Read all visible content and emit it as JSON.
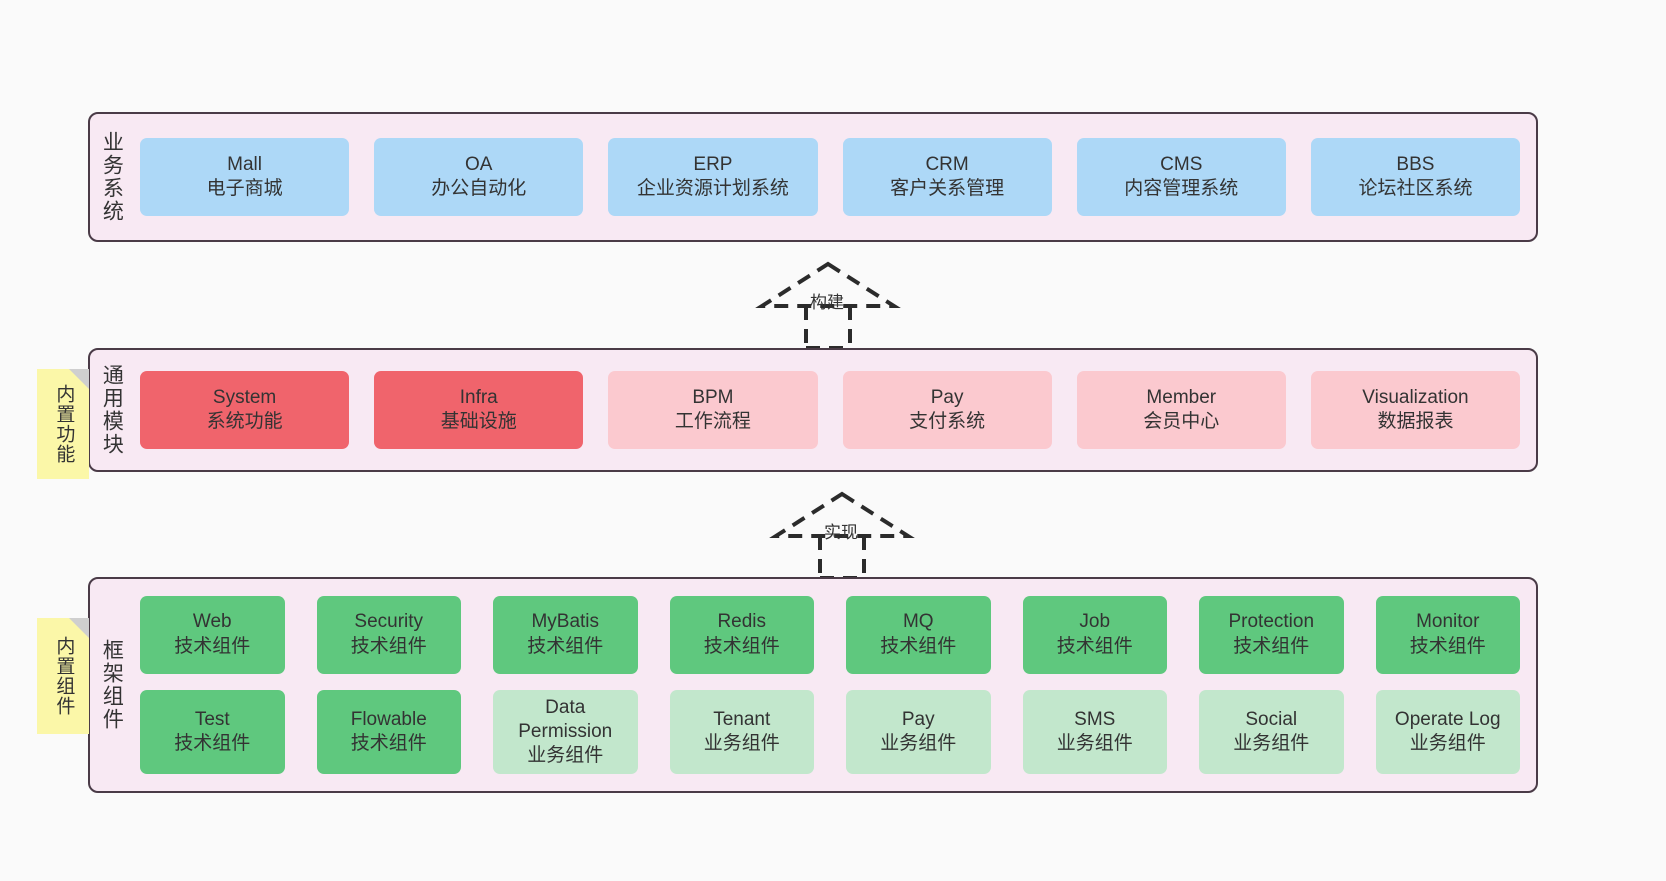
{
  "diagram": {
    "title": "",
    "background_color": "#fafafa",
    "container_color": "#f8e9f3",
    "container_border_color": "#4a3b47",
    "palette": {
      "blue": "#add8f7",
      "red": "#f0646c",
      "pink": "#fbc9cf",
      "green": "#5fc87e",
      "light_green": "#c2e7cc",
      "note_yellow": "#fbf7a8",
      "fold_gray": "#cfcfcf"
    }
  },
  "layers": [
    {
      "key": "business",
      "label": "业务系统",
      "rows": [
        [
          {
            "t1": "Mall",
            "t2": "电子商城",
            "color": "blue"
          },
          {
            "t1": "OA",
            "t2": "办公自动化",
            "color": "blue"
          },
          {
            "t1": "ERP",
            "t2": "企业资源计划系统",
            "color": "blue"
          },
          {
            "t1": "CRM",
            "t2": "客户关系管理",
            "color": "blue"
          },
          {
            "t1": "CMS",
            "t2": "内容管理系统",
            "color": "blue"
          },
          {
            "t1": "BBS",
            "t2": "论坛社区系统",
            "color": "blue"
          }
        ]
      ]
    },
    {
      "key": "common",
      "label": "通用模块",
      "note": "内置功能",
      "rows": [
        [
          {
            "t1": "System",
            "t2": "系统功能",
            "color": "red"
          },
          {
            "t1": "Infra",
            "t2": "基础设施",
            "color": "red"
          },
          {
            "t1": "BPM",
            "t2": "工作流程",
            "color": "pink"
          },
          {
            "t1": "Pay",
            "t2": "支付系统",
            "color": "pink"
          },
          {
            "t1": "Member",
            "t2": "会员中心",
            "color": "pink"
          },
          {
            "t1": "Visualization",
            "t2": "数据报表",
            "color": "pink"
          }
        ]
      ]
    },
    {
      "key": "framework",
      "label": "框架组件",
      "note": "内置组件",
      "rows": [
        [
          {
            "t1": "Web",
            "t2": "技术组件",
            "color": "green"
          },
          {
            "t1": "Security",
            "t2": "技术组件",
            "color": "green"
          },
          {
            "t1": "MyBatis",
            "t2": "技术组件",
            "color": "green"
          },
          {
            "t1": "Redis",
            "t2": "技术组件",
            "color": "green"
          },
          {
            "t1": "MQ",
            "t2": "技术组件",
            "color": "green"
          },
          {
            "t1": "Job",
            "t2": "技术组件",
            "color": "green"
          },
          {
            "t1": "Protection",
            "t2": "技术组件",
            "color": "green"
          },
          {
            "t1": "Monitor",
            "t2": "技术组件",
            "color": "green"
          }
        ],
        [
          {
            "t1": "Test",
            "t2": "技术组件",
            "color": "green"
          },
          {
            "t1": "Flowable",
            "t2": "技术组件",
            "color": "green"
          },
          {
            "t1": "Data",
            "t2": "Permission",
            "t3": "业务组件",
            "color": "light_green"
          },
          {
            "t1": "Tenant",
            "t2": "业务组件",
            "color": "light_green"
          },
          {
            "t1": "Pay",
            "t2": "业务组件",
            "color": "light_green"
          },
          {
            "t1": "SMS",
            "t2": "业务组件",
            "color": "light_green"
          },
          {
            "t1": "Social",
            "t2": "业务组件",
            "color": "light_green"
          },
          {
            "t1": "Operate Log",
            "t2": "业务组件",
            "color": "light_green"
          }
        ]
      ]
    }
  ],
  "connectors": [
    {
      "key": "build",
      "label": "构建"
    },
    {
      "key": "implement",
      "label": "实现"
    }
  ]
}
